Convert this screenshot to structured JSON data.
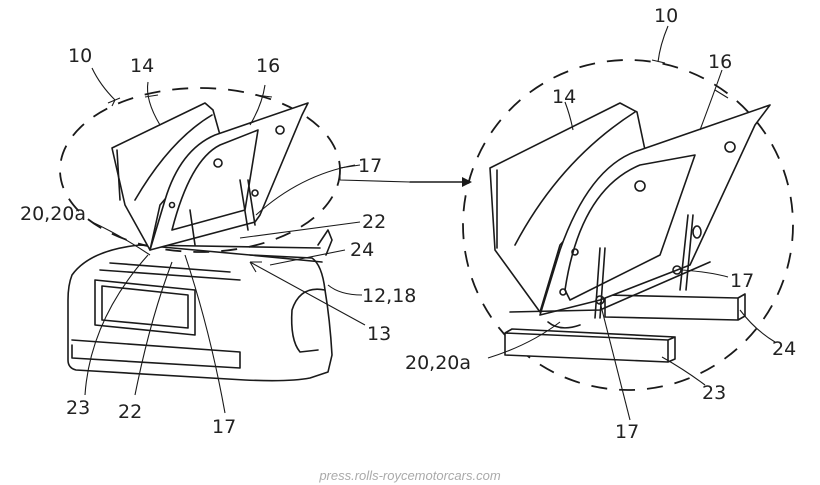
{
  "figure_left": {
    "labels": {
      "assembly": "10",
      "panel_front": "14",
      "panel_hood": "16",
      "hinge_upper": "17",
      "mechanism": "20,20a",
      "rail_upper": "22",
      "rail_side": "24",
      "vehicle": "12,18",
      "compartment": "13",
      "rail_front": "23",
      "rail_lower": "22",
      "hinge_lower": "17"
    }
  },
  "figure_right": {
    "labels": {
      "assembly": "10",
      "panel_hood": "16",
      "panel_front": "14",
      "hinge_upper": "17",
      "rail_side": "24",
      "mechanism": "20,20a",
      "rail_front": "23",
      "hinge_lower": "17"
    }
  },
  "watermark": "press.rolls-roycemotorcars.com"
}
